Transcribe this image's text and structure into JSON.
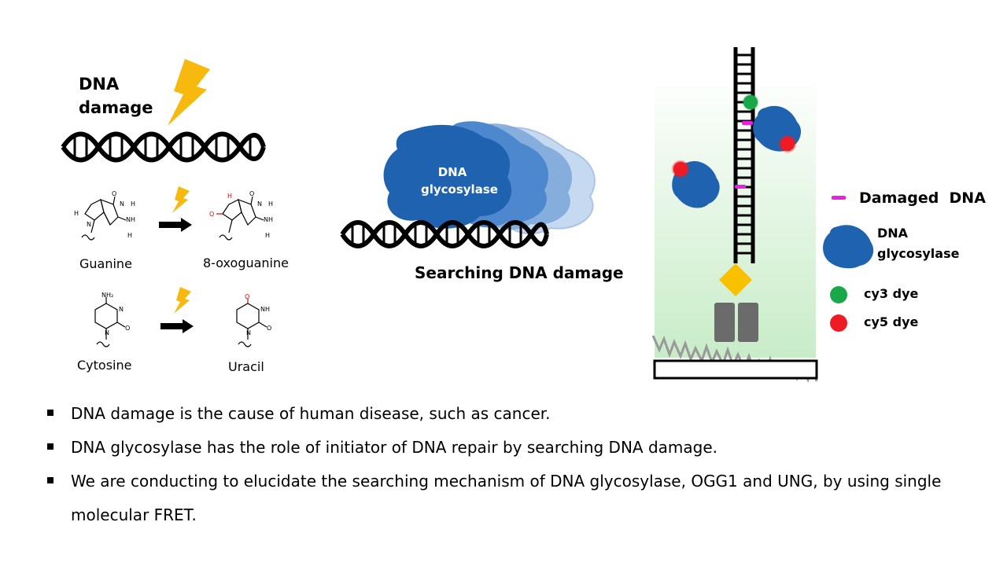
{
  "left_panel": {
    "title": "DNA damage",
    "title_line1": "DNA",
    "title_line2": "damage",
    "reactions": [
      {
        "from": "Guanine",
        "to": "8-oxoguanine"
      },
      {
        "from": "Cytosine",
        "to": "Uracil"
      }
    ],
    "atoms": {
      "H": "H",
      "O": "O",
      "N": "N",
      "NH": "NH",
      "NH2": "NH₂"
    }
  },
  "middle_panel": {
    "enzyme_line1": "DNA",
    "enzyme_line2": "glycosylase",
    "caption": "Searching DNA damage"
  },
  "legend": {
    "damaged": "Damaged  DNA",
    "enzyme_line1": "DNA",
    "enzyme_line2": "glycosylase",
    "cy3": "cy3 dye",
    "cy5": "cy5 dye"
  },
  "colors": {
    "enzyme_blue": "#1f62b0",
    "lightning": "#f8b90e",
    "cy3": "#18a84a",
    "cy5": "#ee1b24",
    "damage_mark": "#e81fe5",
    "surface_green": "#c8ecc8",
    "anchor_yellow": "#f9c000",
    "anchor_gray": "#6b6b6b"
  },
  "bullets": [
    "DNA damage is the cause of human disease, such as cancer.",
    "DNA glycosylase has the role of initiator of DNA repair by searching DNA damage.",
    "We are conducting to elucidate the searching mechanism of DNA glycosylase, OGG1 and UNG, by using single molecular FRET."
  ]
}
